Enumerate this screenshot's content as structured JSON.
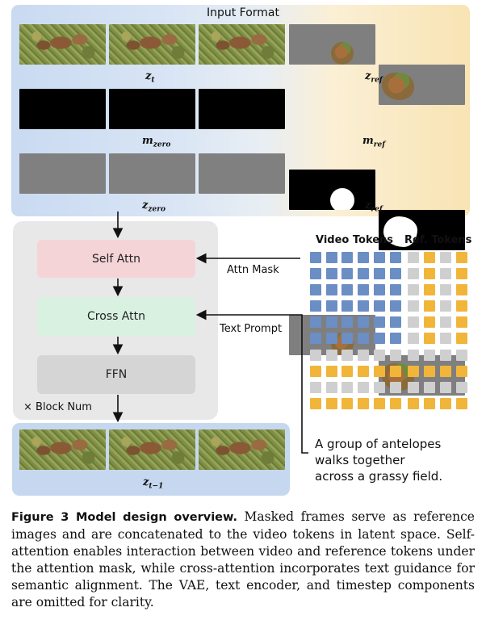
{
  "input_panel": {
    "title": "Input Format",
    "rows": [
      {
        "left_label": "z",
        "left_sub": "t",
        "right_label": "z",
        "right_sub": "ref"
      },
      {
        "left_label": "m",
        "left_sub": "zero",
        "right_label": "m",
        "right_sub": "ref"
      },
      {
        "left_label": "z",
        "left_sub": "zero",
        "right_label": "z",
        "right_sub": "ref"
      }
    ]
  },
  "block": {
    "self_attn": "Self Attn",
    "cross_attn": "Cross Attn",
    "ffn": "FFN",
    "block_num": "× Block Num"
  },
  "side_labels": {
    "attn_mask": "Attn Mask",
    "text_prompt": "Text Prompt"
  },
  "tokens": {
    "video_label": "Video Tokens",
    "ref_label": "Ref. Tokens",
    "video_color": "#6b8ec4",
    "ref_color": "#f1b53a",
    "empty_color": "#cfcfcf"
  },
  "output": {
    "label": "z",
    "sub": "t−1"
  },
  "prompt": {
    "line1": "A group of antelopes",
    "line2": "walks together",
    "line3": "across a grassy field."
  },
  "caption": {
    "head": "Figure 3  Model design overview.",
    "body": " Masked frames serve as reference images and are concatenated to the video tokens in latent space. Self-attention enables interaction between video and reference tokens under the attention mask, while cross-attention incorporates text guidance for semantic alignment. The VAE, text encoder, and timestep components are omitted for clarity."
  }
}
